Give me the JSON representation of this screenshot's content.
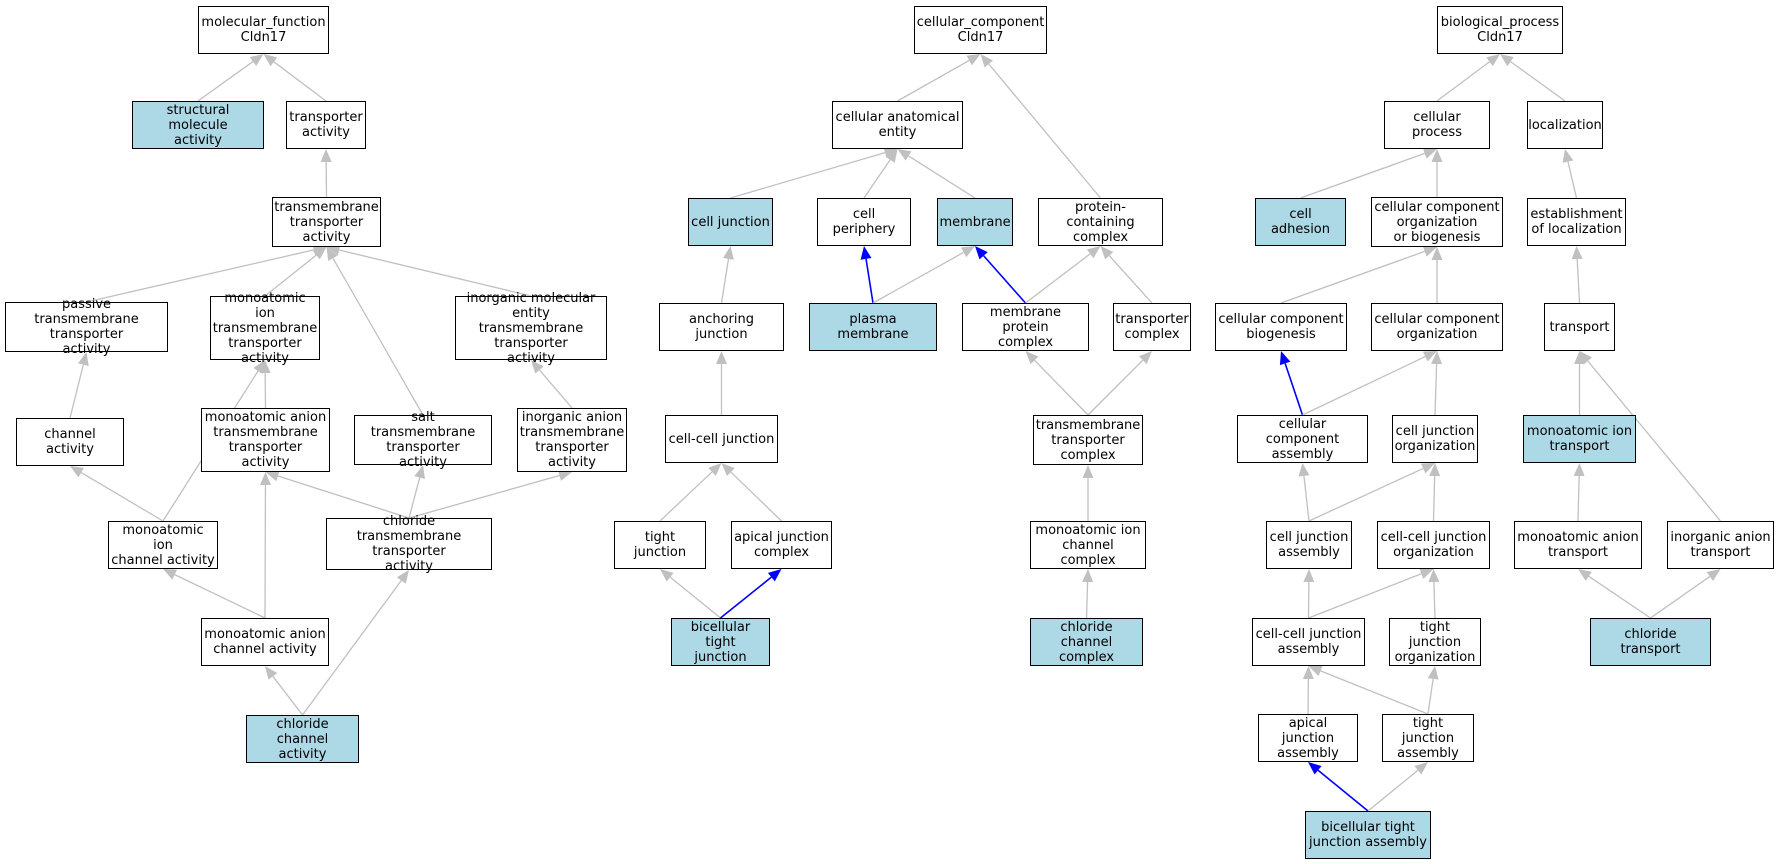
{
  "colors": {
    "highlight_fill": "#add8e6",
    "default_fill": "#ffffff",
    "edge_gray": "#c0c0c0",
    "edge_blue": "#0000ff",
    "border": "#000000"
  },
  "nodes": {
    "mf_root": {
      "label": "molecular_function\nCldn17",
      "highlight": false
    },
    "structural_molecule": {
      "label": "structural molecule\nactivity",
      "highlight": true
    },
    "transporter_activity": {
      "label": "transporter\nactivity",
      "highlight": false
    },
    "tm_transporter": {
      "label": "transmembrane\ntransporter\nactivity",
      "highlight": false
    },
    "passive_tm": {
      "label": "passive transmembrane\ntransporter\nactivity",
      "highlight": false
    },
    "monoatomic_ion_tm": {
      "label": "monoatomic ion\ntransmembrane\ntransporter\nactivity",
      "highlight": false
    },
    "inorganic_mol_tm": {
      "label": "inorganic molecular\nentity transmembrane\ntransporter\nactivity",
      "highlight": false
    },
    "channel_activity": {
      "label": "channel activity",
      "highlight": false
    },
    "monoatomic_anion_tm": {
      "label": "monoatomic anion\ntransmembrane\ntransporter\nactivity",
      "highlight": false
    },
    "salt_tm": {
      "label": "salt transmembrane\ntransporter\nactivity",
      "highlight": false
    },
    "inorganic_anion_tm": {
      "label": "inorganic anion\ntransmembrane\ntransporter\nactivity",
      "highlight": false
    },
    "monoatomic_ion_channel": {
      "label": "monoatomic ion\nchannel activity",
      "highlight": false
    },
    "chloride_tm": {
      "label": "chloride transmembrane\ntransporter\nactivity",
      "highlight": false
    },
    "monoatomic_anion_channel": {
      "label": "monoatomic anion\nchannel activity",
      "highlight": false
    },
    "chloride_channel_activity": {
      "label": "chloride channel\nactivity",
      "highlight": true
    },
    "cc_root": {
      "label": "cellular_component\nCldn17",
      "highlight": false
    },
    "cellular_anatomical_entity": {
      "label": "cellular anatomical\nentity",
      "highlight": false
    },
    "cell_junction": {
      "label": "cell junction",
      "highlight": true
    },
    "cell_periphery": {
      "label": "cell periphery",
      "highlight": false
    },
    "membrane": {
      "label": "membrane",
      "highlight": true
    },
    "protein_containing_complex": {
      "label": "protein-containing\ncomplex",
      "highlight": false
    },
    "anchoring_junction": {
      "label": "anchoring junction",
      "highlight": false
    },
    "plasma_membrane": {
      "label": "plasma membrane",
      "highlight": true
    },
    "membrane_protein_complex": {
      "label": "membrane protein\ncomplex",
      "highlight": false
    },
    "transporter_complex": {
      "label": "transporter\ncomplex",
      "highlight": false
    },
    "cell_cell_junction": {
      "label": "cell-cell junction",
      "highlight": false
    },
    "tm_transporter_complex": {
      "label": "transmembrane\ntransporter\ncomplex",
      "highlight": false
    },
    "tight_junction": {
      "label": "tight junction",
      "highlight": false
    },
    "apical_junction_complex": {
      "label": "apical junction\ncomplex",
      "highlight": false
    },
    "monoatomic_ion_channel_complex": {
      "label": "monoatomic ion\nchannel complex",
      "highlight": false
    },
    "bicellular_tight_junction": {
      "label": "bicellular tight\njunction",
      "highlight": true
    },
    "chloride_channel_complex": {
      "label": "chloride channel\ncomplex",
      "highlight": true
    },
    "bp_root": {
      "label": "biological_process\nCldn17",
      "highlight": false
    },
    "cellular_process": {
      "label": "cellular process",
      "highlight": false
    },
    "localization": {
      "label": "localization",
      "highlight": false
    },
    "cell_adhesion": {
      "label": "cell adhesion",
      "highlight": true
    },
    "ccob": {
      "label": "cellular component\norganization\nor biogenesis",
      "highlight": false
    },
    "establishment_localization": {
      "label": "establishment\nof localization",
      "highlight": false
    },
    "cc_biogenesis": {
      "label": "cellular component\nbiogenesis",
      "highlight": false
    },
    "cc_organization": {
      "label": "cellular component\norganization",
      "highlight": false
    },
    "transport": {
      "label": "transport",
      "highlight": false
    },
    "cc_assembly": {
      "label": "cellular component\nassembly",
      "highlight": false
    },
    "cell_junction_org": {
      "label": "cell junction\norganization",
      "highlight": false
    },
    "monoatomic_ion_transport": {
      "label": "monoatomic ion\ntransport",
      "highlight": true
    },
    "cell_junction_assembly": {
      "label": "cell junction\nassembly",
      "highlight": false
    },
    "cell_cell_junction_org": {
      "label": "cell-cell junction\norganization",
      "highlight": false
    },
    "monoatomic_anion_transport": {
      "label": "monoatomic anion\ntransport",
      "highlight": false
    },
    "inorganic_anion_transport": {
      "label": "inorganic anion\ntransport",
      "highlight": false
    },
    "cell_cell_junction_assembly": {
      "label": "cell-cell junction\nassembly",
      "highlight": false
    },
    "tight_junction_org": {
      "label": "tight junction\norganization",
      "highlight": false
    },
    "chloride_transport": {
      "label": "chloride transport",
      "highlight": true
    },
    "apical_junction_assembly": {
      "label": "apical junction\nassembly",
      "highlight": false
    },
    "tight_junction_assembly": {
      "label": "tight junction\nassembly",
      "highlight": false
    },
    "bicellular_tj_assembly": {
      "label": "bicellular tight\njunction assembly",
      "highlight": true
    }
  },
  "edges": [
    {
      "from": "structural_molecule",
      "to": "mf_root",
      "color": "gray"
    },
    {
      "from": "transporter_activity",
      "to": "mf_root",
      "color": "gray"
    },
    {
      "from": "tm_transporter",
      "to": "transporter_activity",
      "color": "gray"
    },
    {
      "from": "passive_tm",
      "to": "tm_transporter",
      "color": "gray"
    },
    {
      "from": "monoatomic_ion_tm",
      "to": "tm_transporter",
      "color": "gray"
    },
    {
      "from": "inorganic_mol_tm",
      "to": "tm_transporter",
      "color": "gray"
    },
    {
      "from": "salt_tm",
      "to": "tm_transporter",
      "color": "gray"
    },
    {
      "from": "channel_activity",
      "to": "passive_tm",
      "color": "gray"
    },
    {
      "from": "monoatomic_anion_tm",
      "to": "monoatomic_ion_tm",
      "color": "gray"
    },
    {
      "from": "monoatomic_ion_channel",
      "to": "monoatomic_ion_tm",
      "color": "gray"
    },
    {
      "from": "inorganic_anion_tm",
      "to": "inorganic_mol_tm",
      "color": "gray"
    },
    {
      "from": "monoatomic_ion_channel",
      "to": "channel_activity",
      "color": "gray"
    },
    {
      "from": "chloride_tm",
      "to": "monoatomic_anion_tm",
      "color": "gray"
    },
    {
      "from": "monoatomic_anion_channel",
      "to": "monoatomic_anion_tm",
      "color": "gray"
    },
    {
      "from": "chloride_tm",
      "to": "salt_tm",
      "color": "gray"
    },
    {
      "from": "chloride_tm",
      "to": "inorganic_anion_tm",
      "color": "gray"
    },
    {
      "from": "monoatomic_anion_channel",
      "to": "monoatomic_ion_channel",
      "color": "gray"
    },
    {
      "from": "chloride_channel_activity",
      "to": "monoatomic_anion_channel",
      "color": "gray"
    },
    {
      "from": "chloride_channel_activity",
      "to": "chloride_tm",
      "color": "gray"
    },
    {
      "from": "cellular_anatomical_entity",
      "to": "cc_root",
      "color": "gray"
    },
    {
      "from": "protein_containing_complex",
      "to": "cc_root",
      "color": "gray"
    },
    {
      "from": "cell_junction",
      "to": "cellular_anatomical_entity",
      "color": "gray"
    },
    {
      "from": "cell_periphery",
      "to": "cellular_anatomical_entity",
      "color": "gray"
    },
    {
      "from": "membrane",
      "to": "cellular_anatomical_entity",
      "color": "gray"
    },
    {
      "from": "anchoring_junction",
      "to": "cell_junction",
      "color": "gray"
    },
    {
      "from": "plasma_membrane",
      "to": "cell_periphery",
      "color": "blue"
    },
    {
      "from": "plasma_membrane",
      "to": "membrane",
      "color": "gray"
    },
    {
      "from": "membrane_protein_complex",
      "to": "membrane",
      "color": "blue"
    },
    {
      "from": "membrane_protein_complex",
      "to": "protein_containing_complex",
      "color": "gray"
    },
    {
      "from": "transporter_complex",
      "to": "protein_containing_complex",
      "color": "gray"
    },
    {
      "from": "cell_cell_junction",
      "to": "anchoring_junction",
      "color": "gray"
    },
    {
      "from": "tm_transporter_complex",
      "to": "membrane_protein_complex",
      "color": "gray"
    },
    {
      "from": "tm_transporter_complex",
      "to": "transporter_complex",
      "color": "gray"
    },
    {
      "from": "tight_junction",
      "to": "cell_cell_junction",
      "color": "gray"
    },
    {
      "from": "apical_junction_complex",
      "to": "cell_cell_junction",
      "color": "gray"
    },
    {
      "from": "monoatomic_ion_channel_complex",
      "to": "tm_transporter_complex",
      "color": "gray"
    },
    {
      "from": "bicellular_tight_junction",
      "to": "tight_junction",
      "color": "gray"
    },
    {
      "from": "bicellular_tight_junction",
      "to": "apical_junction_complex",
      "color": "blue"
    },
    {
      "from": "chloride_channel_complex",
      "to": "monoatomic_ion_channel_complex",
      "color": "gray"
    },
    {
      "from": "cellular_process",
      "to": "bp_root",
      "color": "gray"
    },
    {
      "from": "localization",
      "to": "bp_root",
      "color": "gray"
    },
    {
      "from": "cell_adhesion",
      "to": "cellular_process",
      "color": "gray"
    },
    {
      "from": "ccob",
      "to": "cellular_process",
      "color": "gray"
    },
    {
      "from": "establishment_localization",
      "to": "localization",
      "color": "gray"
    },
    {
      "from": "cc_biogenesis",
      "to": "ccob",
      "color": "gray"
    },
    {
      "from": "cc_organization",
      "to": "ccob",
      "color": "gray"
    },
    {
      "from": "transport",
      "to": "establishment_localization",
      "color": "gray"
    },
    {
      "from": "cc_assembly",
      "to": "cc_biogenesis",
      "color": "blue"
    },
    {
      "from": "cc_assembly",
      "to": "cc_organization",
      "color": "gray"
    },
    {
      "from": "cell_junction_org",
      "to": "cc_organization",
      "color": "gray"
    },
    {
      "from": "monoatomic_ion_transport",
      "to": "transport",
      "color": "gray"
    },
    {
      "from": "inorganic_anion_transport",
      "to": "transport",
      "color": "gray"
    },
    {
      "from": "cell_junction_assembly",
      "to": "cc_assembly",
      "color": "gray"
    },
    {
      "from": "cell_junction_assembly",
      "to": "cell_junction_org",
      "color": "gray"
    },
    {
      "from": "cell_cell_junction_org",
      "to": "cell_junction_org",
      "color": "gray"
    },
    {
      "from": "monoatomic_anion_transport",
      "to": "monoatomic_ion_transport",
      "color": "gray"
    },
    {
      "from": "cell_cell_junction_assembly",
      "to": "cell_junction_assembly",
      "color": "gray"
    },
    {
      "from": "cell_cell_junction_assembly",
      "to": "cell_cell_junction_org",
      "color": "gray"
    },
    {
      "from": "tight_junction_org",
      "to": "cell_cell_junction_org",
      "color": "gray"
    },
    {
      "from": "chloride_transport",
      "to": "monoatomic_anion_transport",
      "color": "gray"
    },
    {
      "from": "chloride_transport",
      "to": "inorganic_anion_transport",
      "color": "gray"
    },
    {
      "from": "apical_junction_assembly",
      "to": "cell_cell_junction_assembly",
      "color": "gray"
    },
    {
      "from": "tight_junction_assembly",
      "to": "cell_cell_junction_assembly",
      "color": "gray"
    },
    {
      "from": "tight_junction_assembly",
      "to": "tight_junction_org",
      "color": "gray"
    },
    {
      "from": "bicellular_tj_assembly",
      "to": "apical_junction_assembly",
      "color": "blue"
    },
    {
      "from": "bicellular_tj_assembly",
      "to": "tight_junction_assembly",
      "color": "gray"
    }
  ]
}
